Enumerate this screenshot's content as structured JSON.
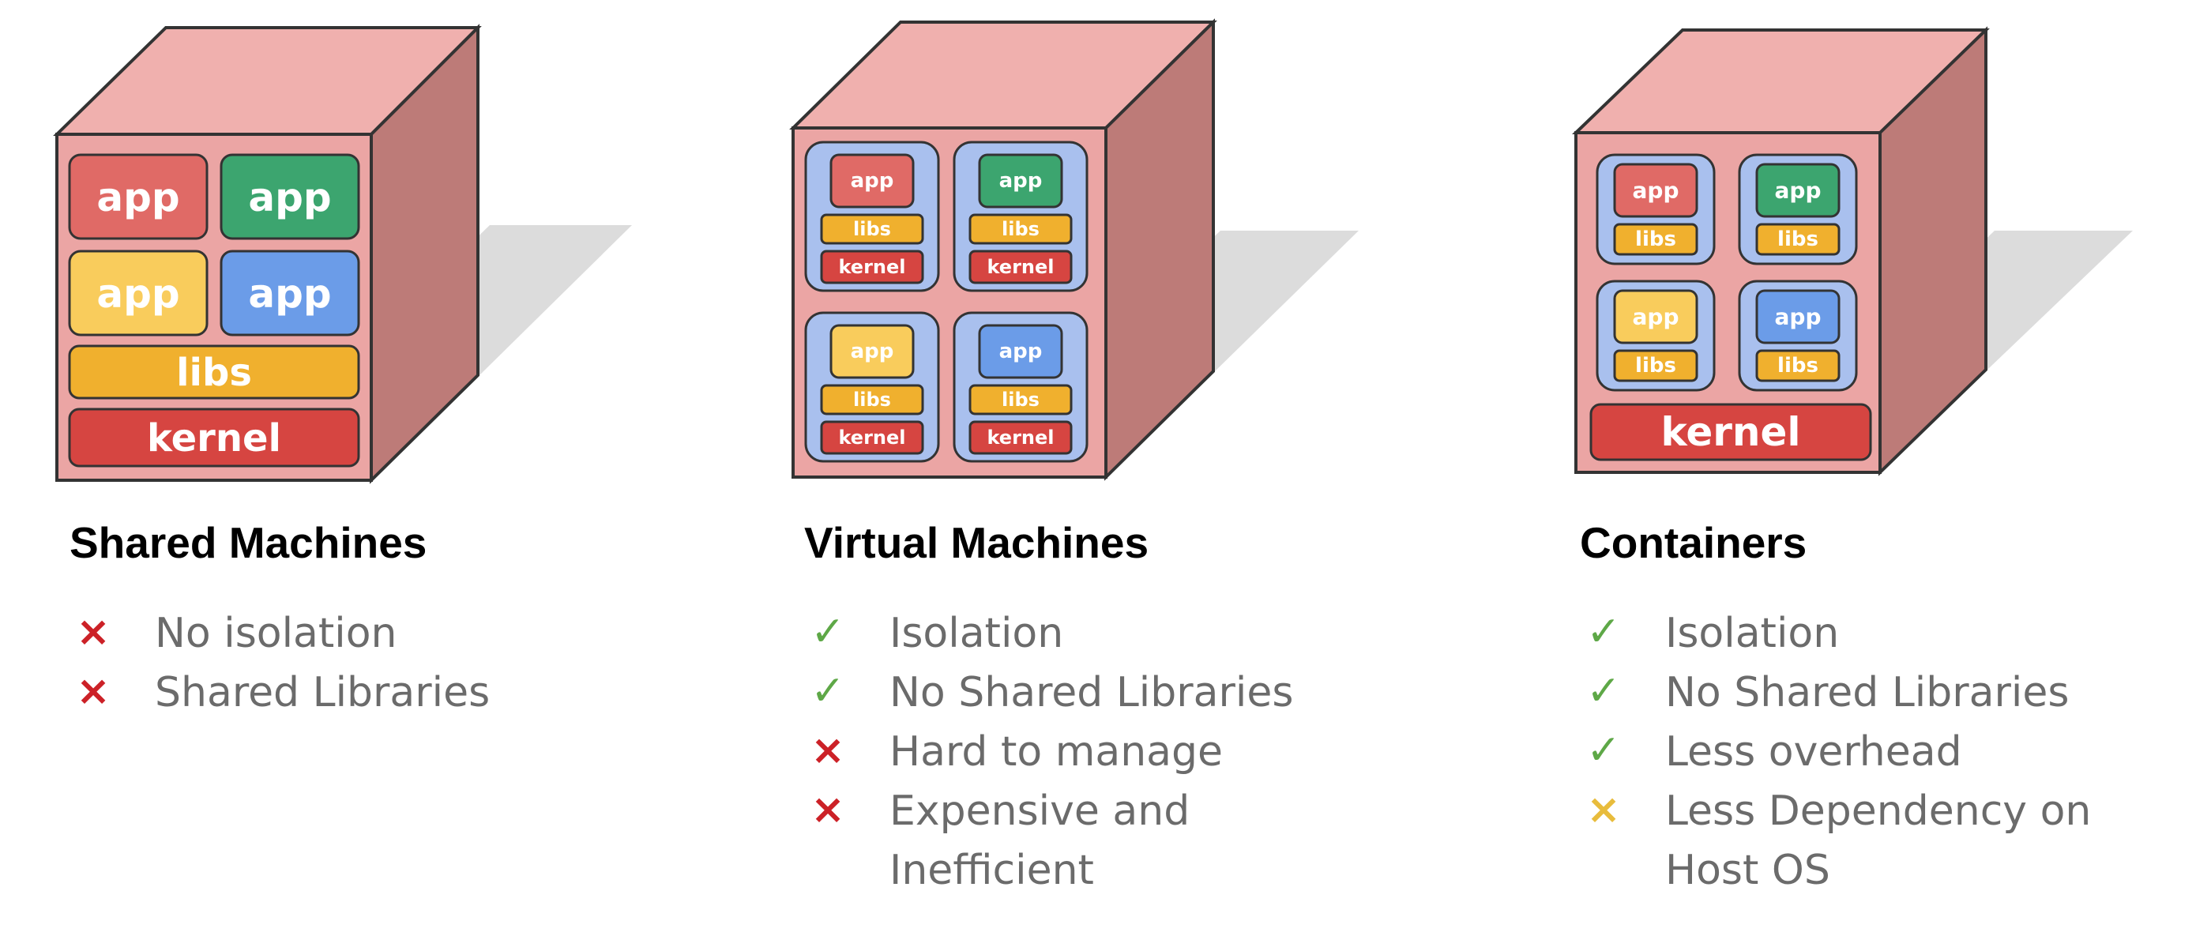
{
  "colors": {
    "cube_front": "#eba5a4",
    "cube_top": "#f0b0ae",
    "cube_side": "#bd7b78",
    "shadow": "#dcdcdc",
    "app_red": "#e06a66",
    "app_green": "#3ca56f",
    "app_yellow": "#f9cc5c",
    "app_blue": "#6b9ce8",
    "libs": "#f0b02e",
    "kernel": "#d64541",
    "vm_box": "#a9c0ee",
    "check": "#5ea847",
    "cross": "#cc2127",
    "cross_warn": "#e8bc3c"
  },
  "panels": [
    {
      "title": "Shared Machines",
      "cube": {
        "apps": [
          "app",
          "app",
          "app",
          "app"
        ],
        "libs": "libs",
        "kernel": "kernel"
      },
      "points": [
        {
          "mark": "×",
          "status": "no",
          "text": "No isolation"
        },
        {
          "mark": "×",
          "status": "no",
          "text": "Shared Libraries"
        }
      ]
    },
    {
      "title": "Virtual Machines",
      "cube": {
        "vms": [
          {
            "app": "app",
            "libs": "libs",
            "kernel": "kernel"
          },
          {
            "app": "app",
            "libs": "libs",
            "kernel": "kernel"
          },
          {
            "app": "app",
            "libs": "libs",
            "kernel": "kernel"
          },
          {
            "app": "app",
            "libs": "libs",
            "kernel": "kernel"
          }
        ]
      },
      "points": [
        {
          "mark": "✓",
          "status": "yes",
          "text": "Isolation"
        },
        {
          "mark": "✓",
          "status": "yes",
          "text": "No Shared Libraries"
        },
        {
          "mark": "×",
          "status": "no",
          "text": "Hard to manage"
        },
        {
          "mark": "×",
          "status": "no",
          "text": "Expensive and",
          "text2": "Inefficient"
        }
      ]
    },
    {
      "title": "Containers",
      "cube": {
        "containers": [
          {
            "app": "app",
            "libs": "libs"
          },
          {
            "app": "app",
            "libs": "libs"
          },
          {
            "app": "app",
            "libs": "libs"
          },
          {
            "app": "app",
            "libs": "libs"
          }
        ],
        "kernel": "kernel"
      },
      "points": [
        {
          "mark": "✓",
          "status": "yes",
          "text": "Isolation"
        },
        {
          "mark": "✓",
          "status": "yes",
          "text": "No Shared Libraries"
        },
        {
          "mark": "✓",
          "status": "yes",
          "text": "Less overhead"
        },
        {
          "mark": "×",
          "status": "meh",
          "text": "Less Dependency on",
          "text2": "Host OS"
        }
      ]
    }
  ]
}
